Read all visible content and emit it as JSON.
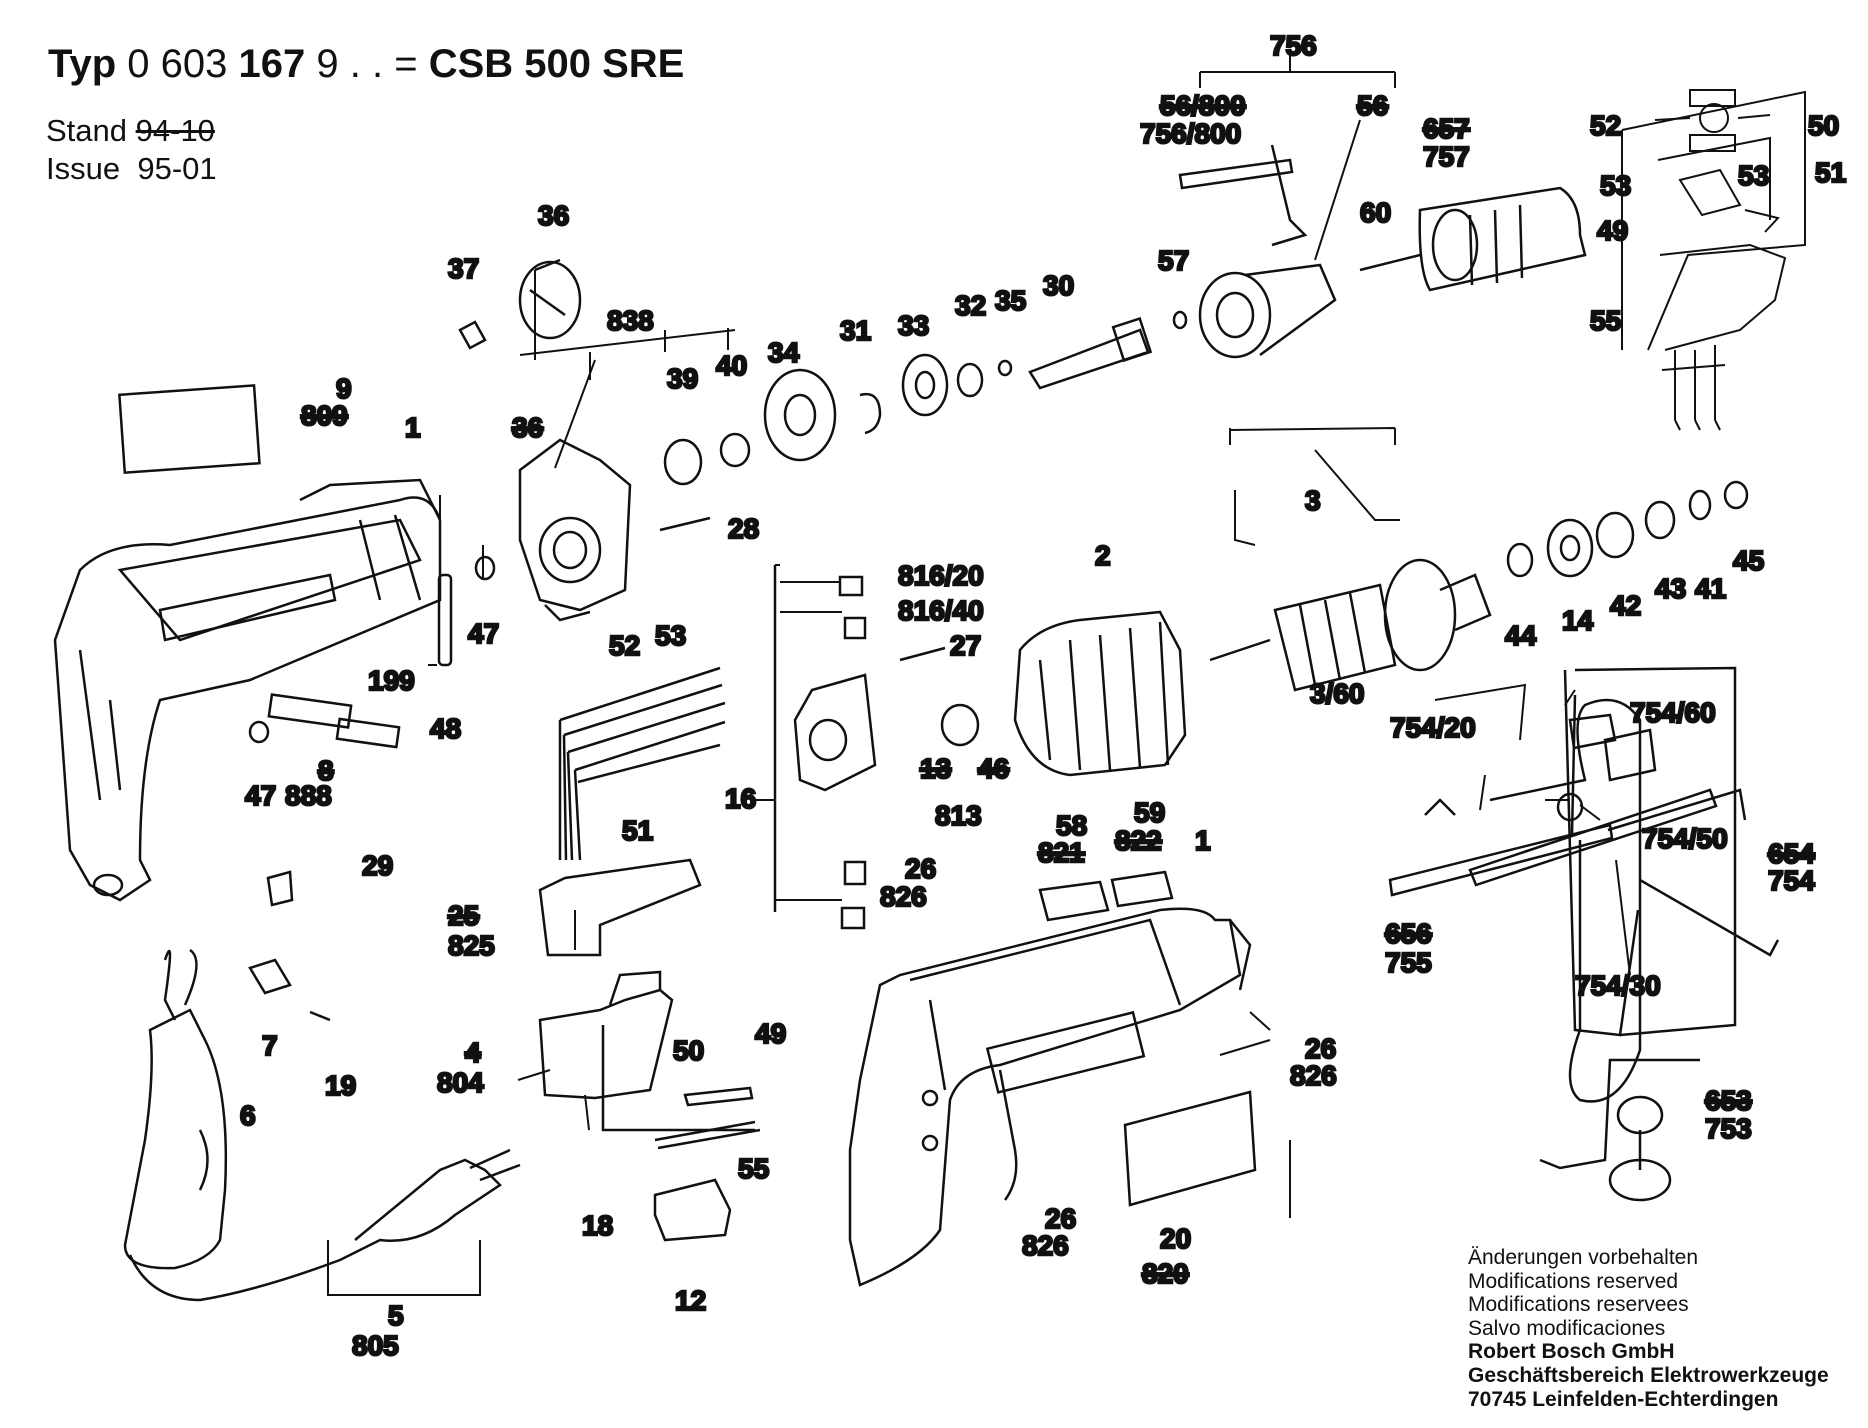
{
  "header": {
    "typ_prefix": "Typ",
    "typ_number": "0 603",
    "typ_bold": "167",
    "typ_suffix": "9 . . =",
    "model": "CSB 500 SRE",
    "stand_label": "Stand",
    "stand_value": "94-10",
    "issue_label": "Issue",
    "issue_value": "95-01"
  },
  "footer": {
    "lines": [
      "Änderungen vorbehalten",
      "Modifications reserved",
      "Modifications reservees",
      "Salvo modificaciones"
    ],
    "company_lines": [
      "Robert Bosch GmbH",
      "Geschäftsbereich Elektrowerkzeuge",
      "70745 Leinfelden-Echterdingen"
    ]
  },
  "labels": {
    "l756": "756",
    "l56_800": "56/800",
    "l756_800": "756/800",
    "l56": "56",
    "l657": "657",
    "l757": "757",
    "l52a": "52",
    "l50a": "50",
    "l53a": "53",
    "l53b": "53",
    "l51a": "51",
    "l49a": "49",
    "l55a": "55",
    "l36a": "36",
    "l37": "37",
    "l60": "60",
    "l57": "57",
    "l838": "838",
    "l30": "30",
    "l32": "32",
    "l35": "35",
    "l33": "33",
    "l31": "31",
    "l34": "34",
    "l39": "39",
    "l40": "40",
    "l9": "9",
    "l809": "809",
    "l1a": "1",
    "l36b": "36",
    "l28": "28",
    "l3": "3",
    "l2": "2",
    "l816_20": "816/20",
    "l816_40": "816/40",
    "l27": "27",
    "l47a": "47",
    "l48": "48",
    "l199": "199",
    "l47b": "47",
    "l8": "8",
    "l888": "888",
    "l52b": "52",
    "l53c": "53",
    "l51b": "51",
    "l16": "16",
    "l13": "13",
    "l46": "46",
    "l813": "813",
    "l26a": "26",
    "l826a": "826",
    "l44": "44",
    "l14": "14",
    "l42": "42",
    "l43": "43",
    "l41": "41",
    "l45": "45",
    "l3_60": "3/60",
    "l754_20": "754/20",
    "l754_60": "754/60",
    "l754_50": "754/50",
    "l654": "654",
    "l754": "754",
    "l29": "29",
    "l25": "25",
    "l825": "825",
    "l58": "58",
    "l821": "821",
    "l59": "59",
    "l822": "822",
    "l1b": "1",
    "l7": "7",
    "l19": "19",
    "l6": "6",
    "l4": "4",
    "l804": "804",
    "l50b": "50",
    "l49b": "49",
    "l55b": "55",
    "l18": "18",
    "l12": "12",
    "l5": "5",
    "l805": "805",
    "l26b": "26",
    "l826b": "826",
    "l26c": "26",
    "l826c": "826",
    "l20": "20",
    "l820": "820",
    "l656": "656",
    "l755": "755",
    "l754_30": "754/30",
    "l653": "653",
    "l753": "753"
  }
}
